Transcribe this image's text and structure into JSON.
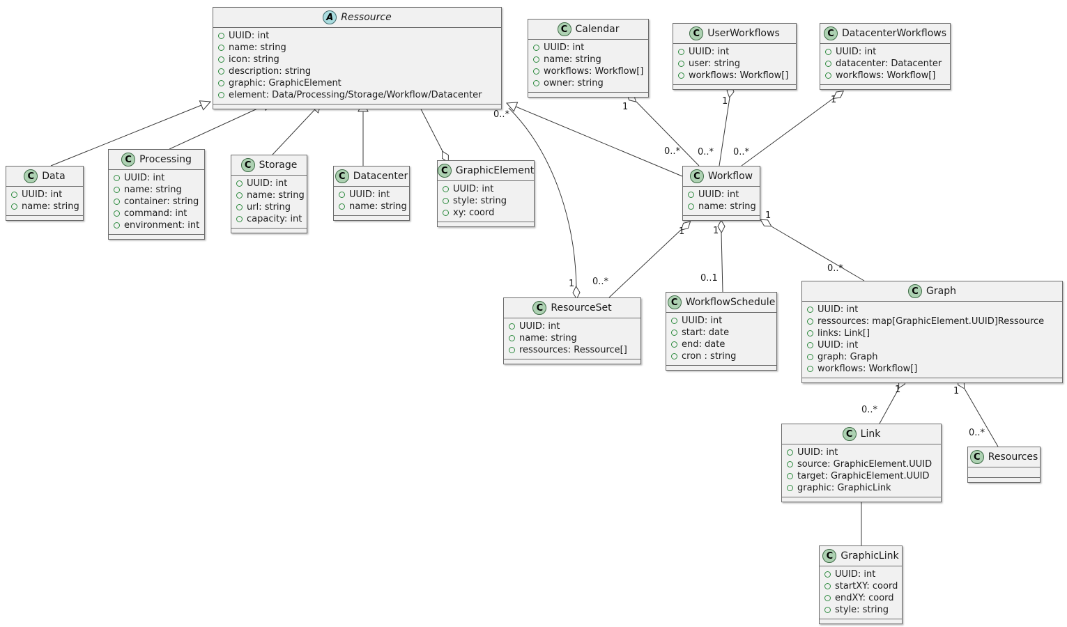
{
  "diagram": {
    "kind": "UML class diagram",
    "colors": {
      "class_fill": "#f1f1f1",
      "class_border": "#6b6b6b",
      "class_icon_fill": "#add1b2",
      "abstract_icon_fill": "#a9dcdf",
      "field_dot": "#2e8b3f",
      "edge": "#383838"
    }
  },
  "classes": [
    {
      "id": "ressource",
      "icon": "A",
      "name": "Ressource",
      "abstract": true,
      "attrs": [
        "UUID: int",
        "name: string",
        "icon: string",
        "description: string",
        "graphic: GraphicElement",
        "element: Data/Processing/Storage/Workflow/Datacenter"
      ]
    },
    {
      "id": "calendar",
      "icon": "C",
      "name": "Calendar",
      "abstract": false,
      "attrs": [
        "UUID: int",
        "name: string",
        "workflows: Workflow[]",
        "owner: string"
      ]
    },
    {
      "id": "userworkflows",
      "icon": "C",
      "name": "UserWorkflows",
      "abstract": false,
      "attrs": [
        "UUID: int",
        "user: string",
        "workflows: Workflow[]"
      ]
    },
    {
      "id": "datacenterworkflows",
      "icon": "C",
      "name": "DatacenterWorkflows",
      "abstract": false,
      "attrs": [
        "UUID: int",
        "datacenter: Datacenter",
        "workflows: Workflow[]"
      ]
    },
    {
      "id": "data",
      "icon": "C",
      "name": "Data",
      "abstract": false,
      "attrs": [
        "UUID: int",
        "name: string"
      ]
    },
    {
      "id": "processing",
      "icon": "C",
      "name": "Processing",
      "abstract": false,
      "attrs": [
        "UUID: int",
        "name: string",
        "container: string",
        "command: int",
        "environment: int"
      ]
    },
    {
      "id": "storage",
      "icon": "C",
      "name": "Storage",
      "abstract": false,
      "attrs": [
        "UUID: int",
        "name: string",
        "url: string",
        "capacity: int"
      ]
    },
    {
      "id": "datacenter",
      "icon": "C",
      "name": "Datacenter",
      "abstract": false,
      "attrs": [
        "UUID: int",
        "name: string"
      ]
    },
    {
      "id": "graphicelement",
      "icon": "C",
      "name": "GraphicElement",
      "abstract": false,
      "attrs": [
        "UUID: int",
        "style: string",
        "xy: coord"
      ]
    },
    {
      "id": "workflow",
      "icon": "C",
      "name": "Workflow",
      "abstract": false,
      "attrs": [
        "UUID: int",
        "name: string"
      ]
    },
    {
      "id": "resourceset",
      "icon": "C",
      "name": "ResourceSet",
      "abstract": false,
      "attrs": [
        "UUID: int",
        "name: string",
        "ressources: Ressource[]"
      ]
    },
    {
      "id": "workflowschedule",
      "icon": "C",
      "name": "WorkflowSchedule",
      "abstract": false,
      "attrs": [
        "UUID: int",
        "start: date",
        "end: date",
        "cron : string"
      ]
    },
    {
      "id": "graph",
      "icon": "C",
      "name": "Graph",
      "abstract": false,
      "attrs": [
        "UUID: int",
        "ressources: map[GraphicElement.UUID]Ressource",
        "links: Link[]",
        "UUID: int",
        "graph: Graph",
        "workflows: Workflow[]"
      ]
    },
    {
      "id": "link",
      "icon": "C",
      "name": "Link",
      "abstract": false,
      "attrs": [
        "UUID: int",
        "source: GraphicElement.UUID",
        "target: GraphicElement.UUID",
        "graphic: GraphicLink"
      ]
    },
    {
      "id": "resources",
      "icon": "C",
      "name": "Resources",
      "abstract": false,
      "attrs": []
    },
    {
      "id": "graphiclink",
      "icon": "C",
      "name": "GraphicLink",
      "abstract": false,
      "attrs": [
        "UUID: int",
        "startXY: coord",
        "endXY: coord",
        "style: string"
      ]
    }
  ],
  "labels": [
    {
      "text": "0..*",
      "edge": "ressource-resourceset"
    },
    {
      "text": "1",
      "edge": "ressource-resourceset"
    },
    {
      "text": "0..*",
      "edge": "workflow-resourceset"
    },
    {
      "text": "0..1",
      "edge": "workflow-workflowschedule"
    },
    {
      "text": "0..*",
      "edge": "workflow-graph"
    },
    {
      "text": "1",
      "edge": "workflow-resourceset"
    },
    {
      "text": "1",
      "edge": "workflow-workflowschedule"
    },
    {
      "text": "1",
      "edge": "workflow-graph"
    },
    {
      "text": "1",
      "edge": "calendar-workflow"
    },
    {
      "text": "1",
      "edge": "userworkflows-workflow"
    },
    {
      "text": "1",
      "edge": "datacenterworkflows-workflow"
    },
    {
      "text": "0..*",
      "edge": "calendar-workflow"
    },
    {
      "text": "0..*",
      "edge": "userworkflows-workflow"
    },
    {
      "text": "0..*",
      "edge": "datacenterworkflows-workflow"
    },
    {
      "text": "1",
      "edge": "graph-link"
    },
    {
      "text": "0..*",
      "edge": "graph-link"
    },
    {
      "text": "1",
      "edge": "graph-resources"
    },
    {
      "text": "0..*",
      "edge": "graph-resources"
    }
  ],
  "relationships": [
    "Data --|> Ressource",
    "Processing --|> Ressource",
    "Storage --|> Ressource",
    "Datacenter --|> Ressource",
    "Workflow --|> Ressource",
    "Ressource 0..* --o 1 ResourceSet",
    "Ressource --o GraphicElement",
    "Calendar 1 o-- 0..* Workflow",
    "UserWorkflows 1 o-- 0..* Workflow",
    "DatacenterWorkflows 1 o-- 0..* Workflow",
    "Workflow 1 o-- 0..* ResourceSet",
    "Workflow 1 o-- 0..1 WorkflowSchedule",
    "Workflow 1 o-- 0..* Graph",
    "Graph 1 o-- 0..* Link",
    "Graph 1 o-- 0..* Resources",
    "Link -- GraphicLink"
  ]
}
